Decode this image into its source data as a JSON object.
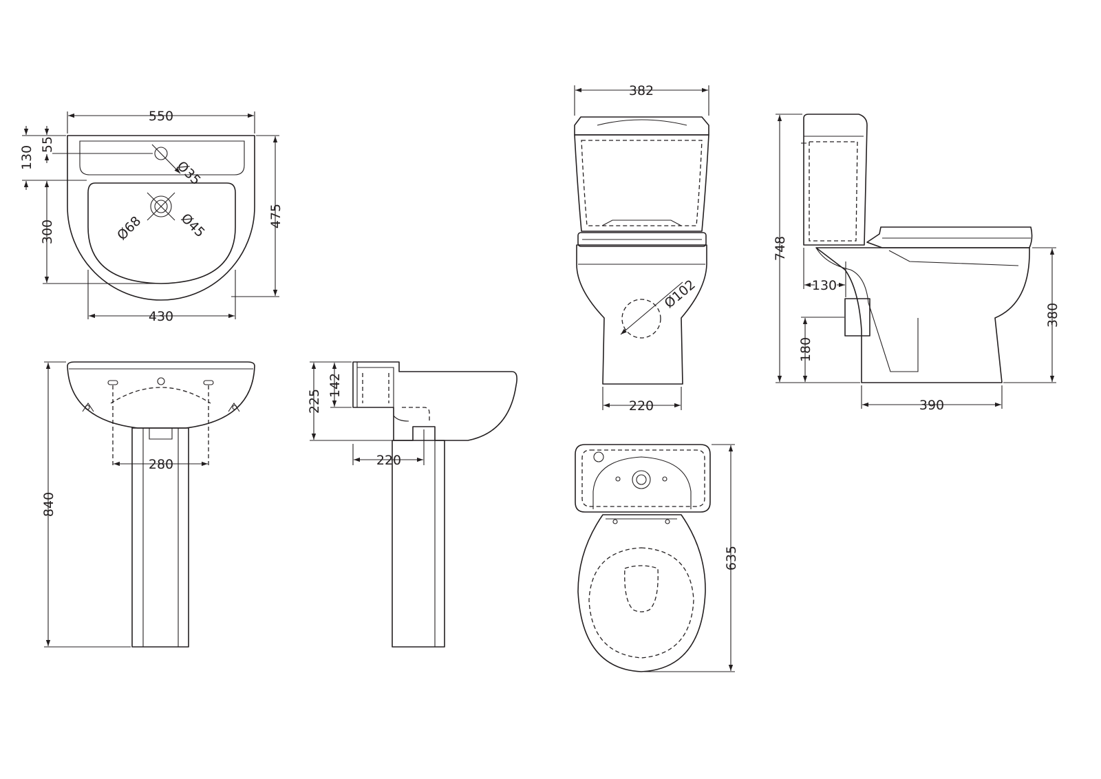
{
  "basin_top": {
    "width": "550",
    "depth": "475",
    "tap_offset": "130",
    "tap_hole_to_edge": "55",
    "bowl_depth": "300",
    "bowl_width": "430",
    "tap_hole_dia": "Ø35",
    "waste_outer_dia": "Ø68",
    "waste_inner_dia": "Ø45"
  },
  "basin_front": {
    "height": "840",
    "fixing_centres": "280"
  },
  "basin_side": {
    "height": "225",
    "bracket_height": "142",
    "projection": "220"
  },
  "wc_front": {
    "cistern_width": "382",
    "outlet_dia": "Ø102",
    "foot_width": "220"
  },
  "wc_side": {
    "total_height": "748",
    "pan_height": "380",
    "wall_to_outlet": "130",
    "outlet_height": "180",
    "foot_depth": "390"
  },
  "wc_plan": {
    "length": "635"
  },
  "colors": {
    "line": "#231f20",
    "background": "#ffffff"
  }
}
